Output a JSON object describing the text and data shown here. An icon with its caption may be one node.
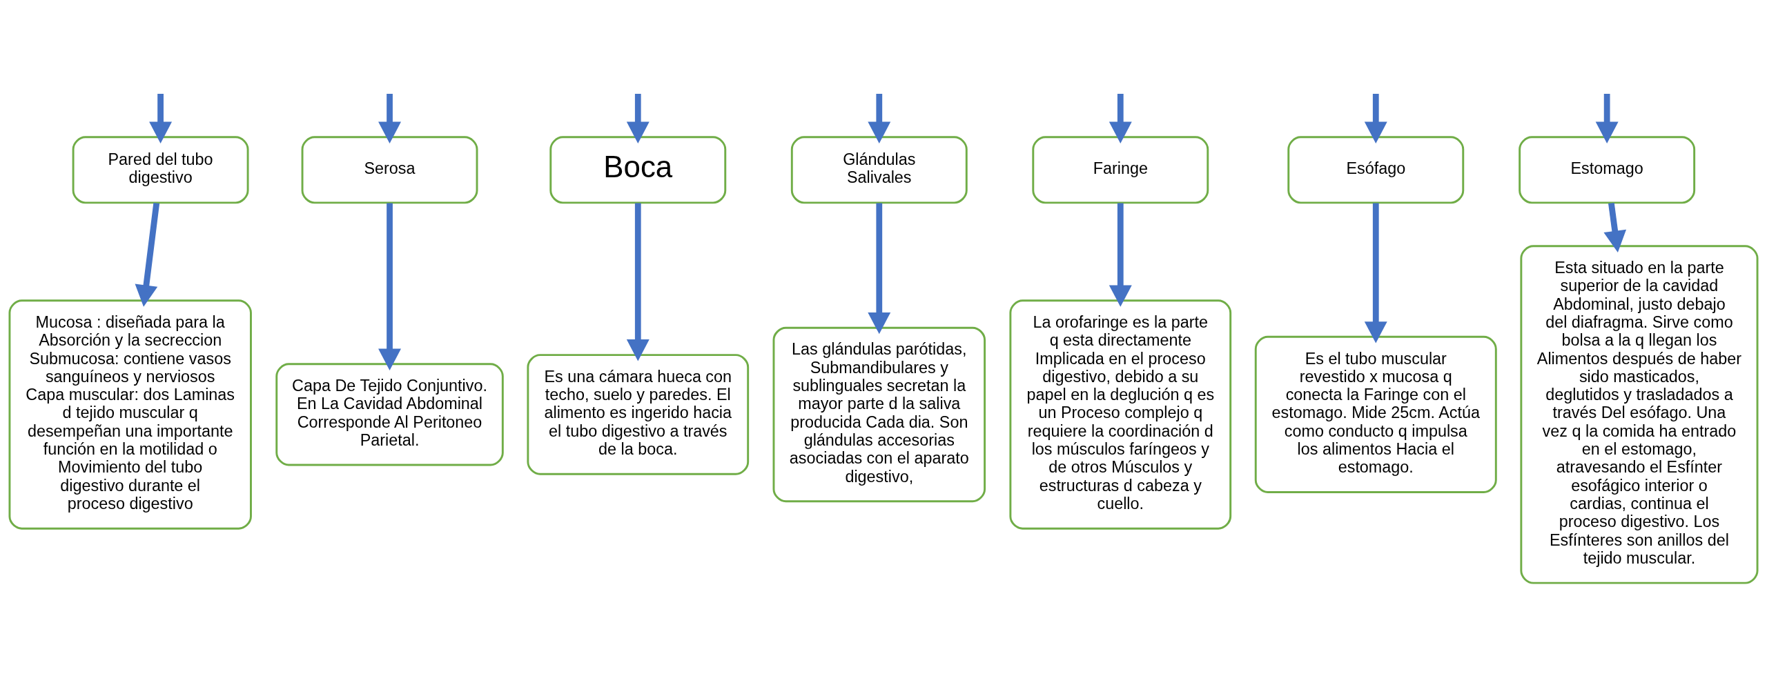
{
  "diagram": {
    "nodes": [
      {
        "text": [
          "Pared del tubo digestivo"
        ]
      },
      {
        "text": [
          "Mucosa : diseñada para la Absorción y la secreccion",
          "Submucosa: contiene vasos sanguíneos y nerviosos",
          "Capa muscular: dos Laminas d tejido muscular q desempeñan una importante función en la motilidad o Movimiento del tubo digestivo durante el proceso digestivo"
        ]
      },
      {
        "text": [
          "Serosa"
        ]
      },
      {
        "text": [
          "Capa De Tejido Conjuntivo. En La Cavidad Abdominal Corresponde Al Peritoneo Parietal."
        ]
      },
      {
        "text": [
          "Boca"
        ]
      },
      {
        "text": [
          "Es una cámara hueca con techo, suelo y paredes. El alimento es ingerido hacia el tubo digestivo a través de la boca."
        ]
      },
      {
        "text": [
          "Glándulas Salivales"
        ]
      },
      {
        "text": [
          "Las glándulas parótidas, Submandibulares y sublinguales secretan la mayor parte d la saliva producida Cada dia. Son glándulas accesorias asociadas con el aparato digestivo,"
        ]
      },
      {
        "text": [
          "Faringe"
        ]
      },
      {
        "text": [
          "La orofaringe es la parte q esta directamente Implicada en el proceso digestivo, debido a su papel en la deglución q es un Proceso complejo q requiere la coordinación d los músculos faríngeos y de otros Músculos y estructuras d cabeza y cuello."
        ]
      },
      {
        "text": [
          "Esófago"
        ]
      },
      {
        "text": [
          "Es el tubo muscular revestido x mucosa q conecta la Faringe con el estomago. Mide 25cm. Actúa como conducto q impulsa los alimentos Hacia el estomago."
        ]
      },
      {
        "text": [
          "Estomago"
        ]
      },
      {
        "text": [
          "Esta situado en la parte superior de la cavidad Abdominal, justo debajo del diafragma. Sirve como bolsa a la q llegan los Alimentos después de haber sido masticados, deglutidos y trasladados a través Del esófago. Una vez q la comida ha entrado en el estomago, atravesando el Esfínter esofágico interior o cardias, continua el proceso digestivo. Los Esfínteres son anillos del tejido muscular."
        ]
      }
    ],
    "edges": [
      {
        "from": null,
        "to": 0,
        "arrow": "to"
      },
      {
        "from": 0,
        "to": 1,
        "arrow": "to"
      },
      {
        "from": null,
        "to": 2,
        "arrow": "to"
      },
      {
        "from": 2,
        "to": 3,
        "arrow": "to"
      },
      {
        "from": null,
        "to": 4,
        "arrow": "to"
      },
      {
        "from": 4,
        "to": 5,
        "arrow": "to"
      },
      {
        "from": null,
        "to": 6,
        "arrow": "to"
      },
      {
        "from": 6,
        "to": 7,
        "arrow": "to"
      },
      {
        "from": null,
        "to": 8,
        "arrow": "to"
      },
      {
        "from": 8,
        "to": 9,
        "arrow": "to"
      },
      {
        "from": null,
        "to": 10,
        "arrow": "to"
      },
      {
        "from": 10,
        "to": 11,
        "arrow": "to"
      },
      {
        "from": null,
        "to": 12,
        "arrow": "to"
      },
      {
        "from": 12,
        "to": 13,
        "arrow": "to"
      }
    ]
  }
}
